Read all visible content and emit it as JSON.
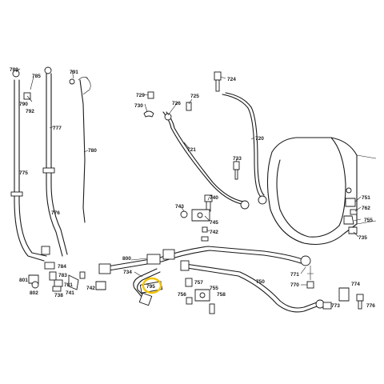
{
  "highlight": {
    "part": "795",
    "color": "#f2c400"
  },
  "callouts": [
    {
      "id": "789",
      "text": "789"
    },
    {
      "id": "785",
      "text": "785"
    },
    {
      "id": "791",
      "text": "791"
    },
    {
      "id": "790",
      "text": "790"
    },
    {
      "id": "792",
      "text": "792"
    },
    {
      "id": "777",
      "text": "777"
    },
    {
      "id": "780",
      "text": "780"
    },
    {
      "id": "775",
      "text": "775"
    },
    {
      "id": "776",
      "text": "776"
    },
    {
      "id": "729",
      "text": "729"
    },
    {
      "id": "730",
      "text": "730"
    },
    {
      "id": "726",
      "text": "726"
    },
    {
      "id": "725",
      "text": "725"
    },
    {
      "id": "724",
      "text": "724"
    },
    {
      "id": "721",
      "text": "721"
    },
    {
      "id": "720",
      "text": "720"
    },
    {
      "id": "733",
      "text": "733"
    },
    {
      "id": "743",
      "text": "743"
    },
    {
      "id": "740",
      "text": "740"
    },
    {
      "id": "745",
      "text": "745"
    },
    {
      "id": "742",
      "text": "742"
    },
    {
      "id": "751",
      "text": "751"
    },
    {
      "id": "762",
      "text": "762"
    },
    {
      "id": "755",
      "text": "755"
    },
    {
      "id": "735",
      "text": "735"
    },
    {
      "id": "800",
      "text": "800"
    },
    {
      "id": "750",
      "text": "750"
    },
    {
      "id": "771",
      "text": "771"
    },
    {
      "id": "770",
      "text": "770"
    },
    {
      "id": "784",
      "text": "784"
    },
    {
      "id": "783",
      "text": "783"
    },
    {
      "id": "801",
      "text": "801"
    },
    {
      "id": "781",
      "text": "781"
    },
    {
      "id": "802",
      "text": "802"
    },
    {
      "id": "741",
      "text": "741"
    },
    {
      "id": "738",
      "text": "738"
    },
    {
      "id": "742b",
      "text": "742"
    },
    {
      "id": "734",
      "text": "734"
    },
    {
      "id": "795",
      "text": "795"
    },
    {
      "id": "757",
      "text": "757"
    },
    {
      "id": "755b",
      "text": "755"
    },
    {
      "id": "756",
      "text": "756"
    },
    {
      "id": "758",
      "text": "758"
    },
    {
      "id": "774",
      "text": "774"
    },
    {
      "id": "773",
      "text": "773"
    },
    {
      "id": "776b",
      "text": "776"
    }
  ]
}
